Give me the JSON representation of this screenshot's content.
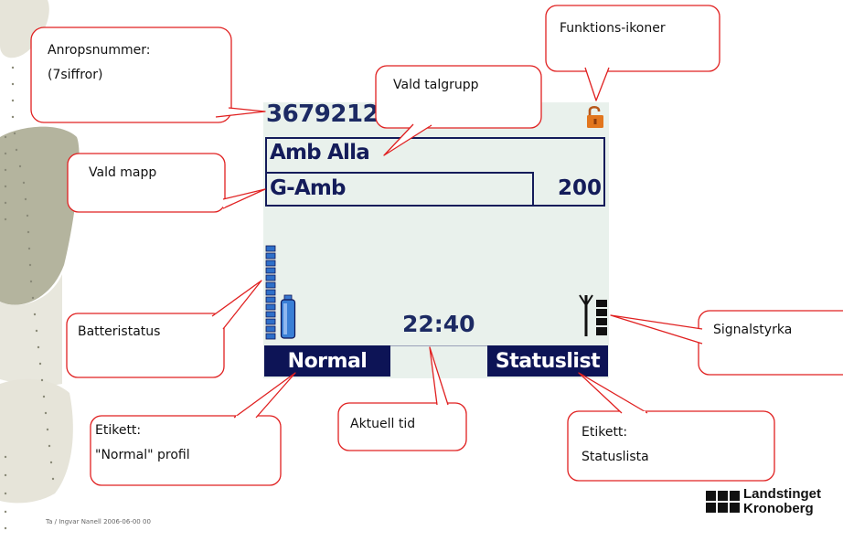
{
  "screen": {
    "call_number": "3679212",
    "talk_group": "Amb Alla",
    "folder": "G-Amb",
    "folder_number": "200",
    "time": "22:40",
    "softkey_left": "Normal",
    "softkey_right": "Statuslist"
  },
  "callouts": {
    "anropsnummer_line1": "Anropsnummer:",
    "anropsnummer_line2": "(7siffror)",
    "vald_talgrupp": "Vald talgrupp",
    "funktions_ikoner": "Funktions-ikoner",
    "vald_mapp": "Vald mapp",
    "batteristatus": "Batteristatus",
    "signalstyrka": "Signalstyrka",
    "etikett_normal_line1": "Etikett:",
    "etikett_normal_line2": "\"Normal\" profil",
    "aktuell_tid": "Aktuell tid",
    "etikett_status_line1": "Etikett:",
    "etikett_status_line2": "Statuslista"
  },
  "footer": {
    "text": "Ta / Ingvar Nanell 2006-06-00   00"
  },
  "logo": {
    "line1": "Landstinget",
    "line2": "Kronoberg"
  },
  "colors": {
    "screen_bg": "#e9f1ec",
    "display_navy": "#141c5a",
    "softkey_bg": "#0d1456",
    "callout_border": "#e02020",
    "battery_blue": "#2e6fc9",
    "lock_orange": "#e2761e"
  },
  "icons": {
    "lock": "unlocked-padlock-icon",
    "battery": "battery-icon",
    "battery_level": "battery-level-bar",
    "signal": "antenna-signal-icon"
  }
}
